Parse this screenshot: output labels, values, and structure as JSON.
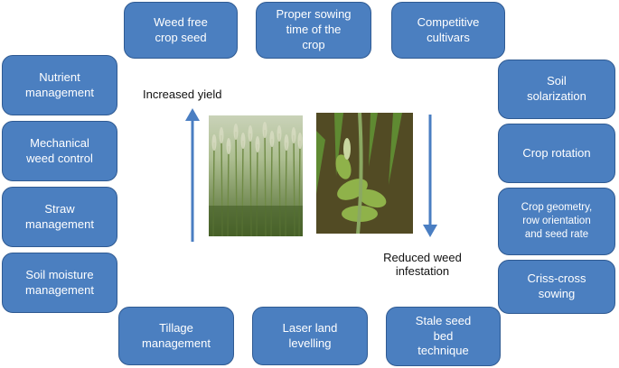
{
  "colors": {
    "box_fill": "#4b7fc0",
    "box_border": "#2f5a92",
    "arrow": "#4a7ec2"
  },
  "boxes": {
    "weed_free_seed": "Weed free\ncrop seed",
    "proper_sowing": "Proper sowing\ntime of the\ncrop",
    "competitive_cultivars": "Competitive\ncultivars",
    "nutrient_management": "Nutrient\nmanagement",
    "mechanical_weed_control": "Mechanical\nweed control",
    "straw_management": "Straw\nmanagement",
    "soil_moisture": "Soil moisture\nmanagement",
    "tillage": "Tillage\nmanagement",
    "laser_levelling": "Laser land\nlevelling",
    "stale_seed_bed": "Stale seed\nbed\ntechnique",
    "soil_solarization": "Soil\nsolarization",
    "crop_rotation": "Crop rotation",
    "crop_geometry": "Crop geometry,\nrow orientation\nand seed rate",
    "criss_cross": "Criss-cross\nsowing"
  },
  "labels": {
    "increased_yield": "Increased yield",
    "reduced_weed": "Reduced  weed\ninfestation"
  },
  "icons": {
    "up_arrow": "arrow-up-icon",
    "down_arrow": "arrow-down-icon"
  }
}
